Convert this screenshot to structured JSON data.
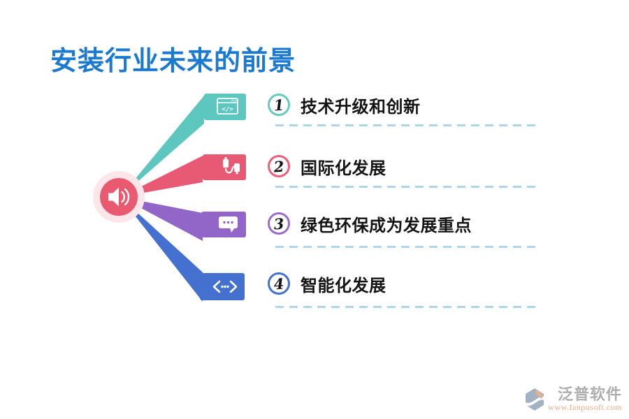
{
  "page": {
    "title": "安装行业未来的前景",
    "title_color": "#1c79d2",
    "background": "#ffffff"
  },
  "diagram": {
    "type": "radial-branch-list",
    "center_icon": "speaker-icon",
    "center_color": "#e9596f",
    "center_halo_color": "#fce6ea",
    "divider_dash_color": "#aed6ea",
    "items": [
      {
        "number": "1",
        "label": "技术升级和创新",
        "color": "#5cc6bf",
        "icon": "code-window-icon",
        "icon_glyph": "</>"
      },
      {
        "number": "2",
        "label": "国际化发展",
        "color": "#e85a73",
        "icon": "usb-cable-icon"
      },
      {
        "number": "3",
        "label": "绿色环保成为发展重点",
        "color": "#9166c8",
        "icon": "chat-dots-icon"
      },
      {
        "number": "4",
        "label": "智能化发展",
        "color": "#4470cf",
        "icon": "angle-dots-icon"
      }
    ]
  },
  "watermark": {
    "brand": "泛普软件",
    "url": "www.fanpusoft.com",
    "brand_color": "#9b9b9b",
    "url_color": "#e2996e"
  }
}
